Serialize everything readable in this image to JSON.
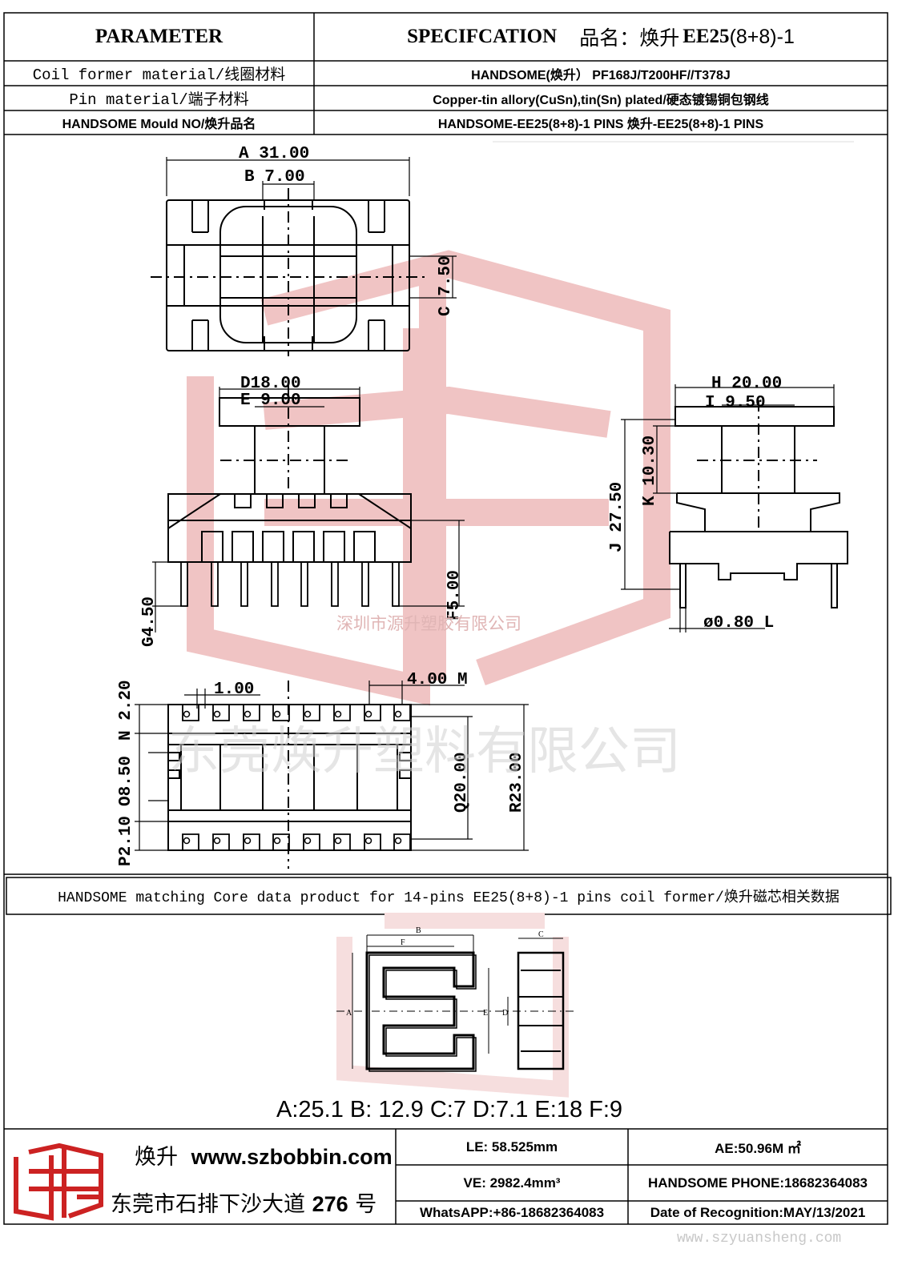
{
  "header": {
    "parameter": "PARAMETER",
    "specification": "SPECIFCATION",
    "product_name_label": "品名：焕升",
    "product_model": "EE25",
    "product_suffix": "(8+8)-1"
  },
  "rows": [
    {
      "label": "Coil former material/线圈材料",
      "value": "HANDSOME(焕升）   PF168J/T200HF//T378J"
    },
    {
      "label": "Pin material/端子材料",
      "value": "Copper-tin allory(CuSn),tin(Sn) plated/硬态镀锡铜包钢线"
    },
    {
      "label": "HANDSOME Mould NO/焕升品名",
      "value": "HANDSOME-EE25(8+8)-1 PINS    焕升-EE25(8+8)-1 PINS"
    }
  ],
  "dimensions": {
    "A": "31.00",
    "B": "7.00",
    "C": "7.50",
    "D": "18.00",
    "E": "9.00",
    "F": "5.00",
    "G": "4.50",
    "H": "20.00",
    "I": "9.50",
    "J": "27.50",
    "K": "10.30",
    "L": "0.80",
    "M": "4.00",
    "N": "2.20",
    "O": "8.50",
    "P": "2.10",
    "Q": "20.00",
    "R": "23.00",
    "pitch": "1.00"
  },
  "dimension_letters": [
    "A",
    "B",
    "C",
    "D",
    "E",
    "F",
    "G",
    "H",
    "I",
    "J",
    "K",
    "L",
    "M",
    "N",
    "O",
    "P",
    "Q",
    "R"
  ],
  "watermark": {
    "small": "深圳市源升塑胶有限公司",
    "large": "东莞焕升塑料有限公司",
    "url": "www.szyuansheng.com"
  },
  "core_section": {
    "title": "HANDSOME matching Core data  product for 14-pins EE25(8+8)-1 pins coil former/焕升磁芯相关数据",
    "labels": [
      "A",
      "B",
      "C",
      "D",
      "E",
      "F"
    ],
    "values_line": "A:25.1 B: 12.9 C:7 D:7.1 E:18 F:9"
  },
  "footer": {
    "brand": "焕升",
    "website": "www.szbobbin.com",
    "address_prefix": "东莞市石排下沙大道",
    "address_number": "276",
    "address_suffix": "号",
    "le": "LE: 58.525mm",
    "ae": "AE:50.96M ㎡",
    "ve": "VE: 2982.4mm³",
    "phone": "HANDSOME PHONE:18682364083",
    "whatsapp": "WhatsAPP:+86-18682364083",
    "date": "Date of Recognition:MAY/13/2021"
  },
  "colors": {
    "border": "#000000",
    "watermark": "#e8a0a0",
    "logo": "#cc2222"
  }
}
